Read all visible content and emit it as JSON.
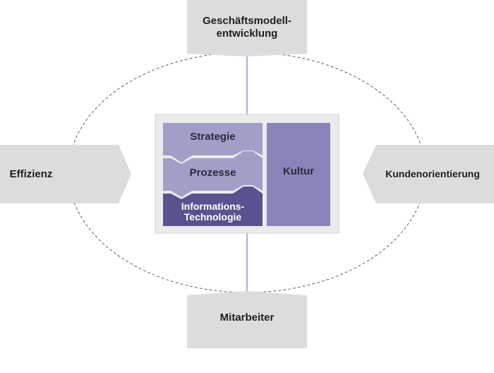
{
  "diagram": {
    "top_box": {
      "line1": "Geschäftsmodell-",
      "line2": "entwicklung"
    },
    "left_box": {
      "label": "Effizienz"
    },
    "right_box": {
      "label": "Kundenorientierung"
    },
    "bottom_box": {
      "label": "Mitarbeiter"
    },
    "center": {
      "strategie": "Strategie",
      "prozesse": "Prozesse",
      "it_line1": "Informations-",
      "it_line2": "Technologie",
      "kultur": "Kultur"
    },
    "colors": {
      "arrow_box": "#dcdcdc",
      "center_panel": "#ebebec",
      "light_purple": "#a19fc7",
      "dark_purple": "#595290",
      "kultur_purple": "#8985b8",
      "connector_line": "#6f7ea6",
      "dashed_ellipse": "#5a6178"
    }
  }
}
